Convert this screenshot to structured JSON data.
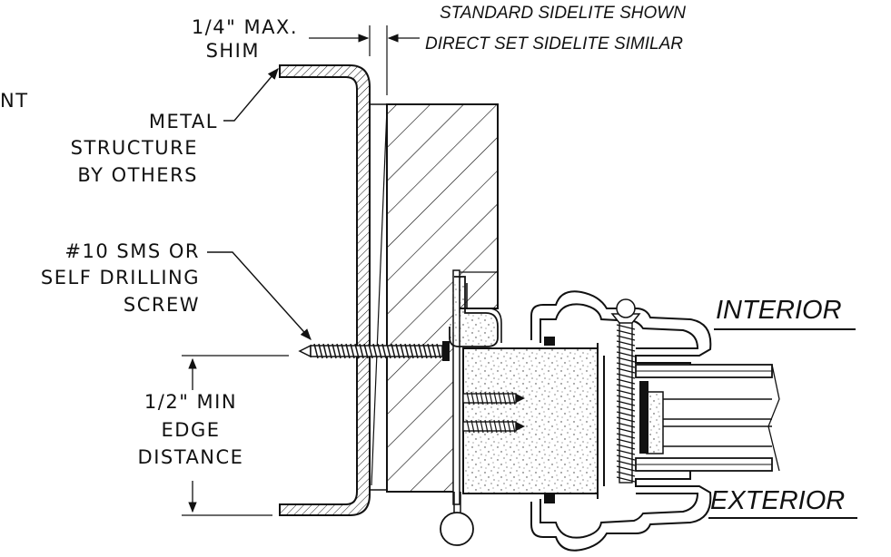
{
  "labels": {
    "shim_line1": "1/4\" MAX.",
    "shim_line2": "SHIM",
    "header_line1": "STANDARD SIDELITE SHOWN",
    "header_line2": "DIRECT SET SIDELITE SIMILAR",
    "cut_text": "NT",
    "metal_line1": "METAL",
    "metal_line2": "STRUCTURE",
    "metal_line3": "BY OTHERS",
    "screw_line1": "#10 SMS OR",
    "screw_line2": "SELF DRILLING",
    "screw_line3": "SCREW",
    "edge_line1": "1/2\" MIN",
    "edge_line2": "EDGE",
    "edge_line3": "DISTANCE",
    "interior": "INTERIOR",
    "exterior": "EXTERIOR"
  },
  "colors": {
    "line": "#111111",
    "background": "#ffffff"
  }
}
